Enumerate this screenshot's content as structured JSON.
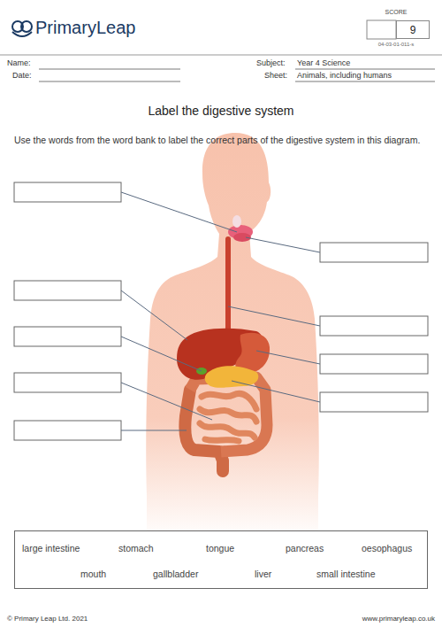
{
  "diagram": {
    "title": "Label the digestive system",
    "nodes": [
      {
        "text": [
          "9"
        ]
      },
      {
        "text": [
          "large intestine",
          "stomach",
          "tongue",
          "pancreas",
          "oesophagus",
          "mouth",
          "gallbladder",
          "liver",
          "small intestine"
        ]
      }
    ],
    "labels": [
      "PrimaryLeap",
      "SCORE",
      "04-03-01-011-s",
      "Name:",
      "Date:",
      "Subject:",
      "Year 4 Science",
      "Sheet:",
      "Animals, including humans",
      "Use the words from the word bank to label the correct parts of the digestive system in this diagram.",
      "© Primary Leap Ltd. 2021",
      "www.primaryleap.co.uk"
    ]
  }
}
